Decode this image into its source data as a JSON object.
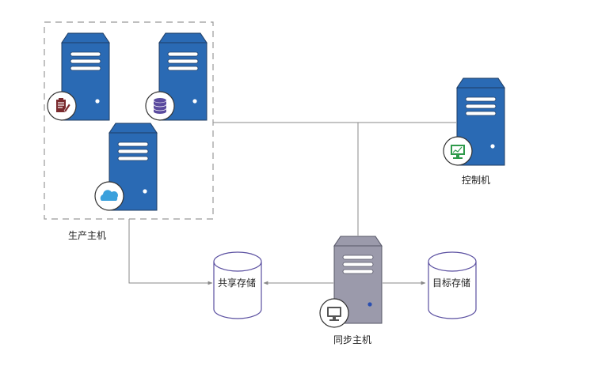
{
  "diagram": {
    "title": "",
    "colors": {
      "server_blue": "#2a6ab4",
      "server_blue_top": "#2a6ab4",
      "server_outline": "#1f3c63",
      "sync_gray": "#9b9aab",
      "sync_outline": "#555566",
      "line": "#888888",
      "dashed_border": "#999999",
      "storage_outline": "#5a4fa0",
      "edit_icon": "#7a2a2e",
      "db_icon": "#5a4a9e",
      "cloud_icon": "#3aa0dc",
      "chart_icon": "#2e9a4a",
      "monitor_icon": "#555555",
      "sync_led": "#2a4fb0"
    },
    "groups": [
      {
        "id": "production-group",
        "label": "生产主机"
      }
    ],
    "nodes": [
      {
        "id": "prod-server-1",
        "type": "server",
        "icon": "edit-document-icon"
      },
      {
        "id": "prod-server-2",
        "type": "server",
        "icon": "database-icon"
      },
      {
        "id": "prod-server-3",
        "type": "server",
        "icon": "cloud-icon"
      },
      {
        "id": "control-server",
        "type": "server",
        "icon": "monitor-chart-icon",
        "label": "控制机"
      },
      {
        "id": "sync-server",
        "type": "server",
        "icon": "monitor-icon",
        "label": "同步主机"
      },
      {
        "id": "shared-storage",
        "type": "storage",
        "label": "共享存储"
      },
      {
        "id": "target-storage",
        "type": "storage",
        "label": "目标存储"
      }
    ],
    "edges": [
      {
        "from": "production-group",
        "to": "control-server",
        "style": "line"
      },
      {
        "from": "production-group",
        "to": "sync-server",
        "style": "line"
      },
      {
        "from": "production-group",
        "to": "shared-storage",
        "style": "arrow"
      },
      {
        "from": "sync-server",
        "to": "shared-storage",
        "style": "arrow"
      },
      {
        "from": "sync-server",
        "to": "target-storage",
        "style": "arrow"
      }
    ]
  }
}
